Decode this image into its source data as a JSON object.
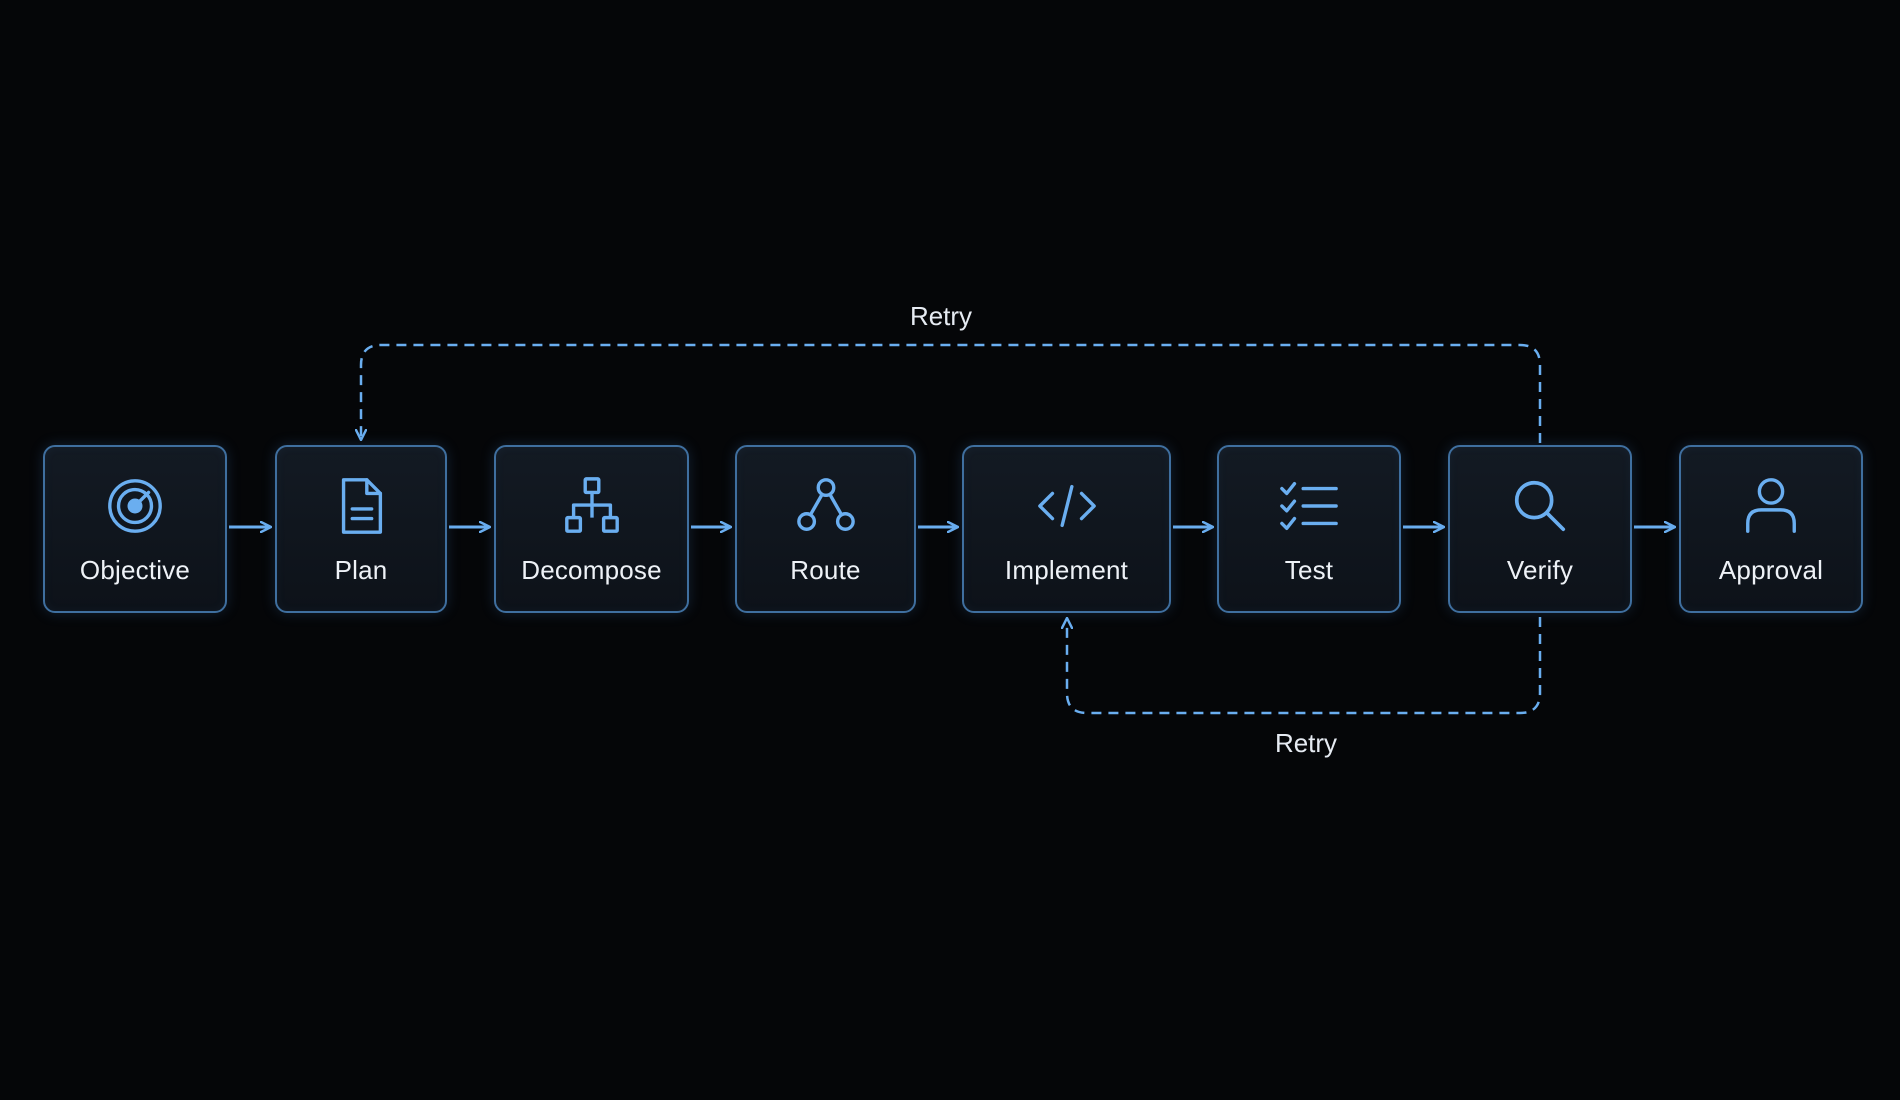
{
  "diagram": {
    "steps": [
      {
        "label": "Objective",
        "icon": "target-icon"
      },
      {
        "label": "Plan",
        "icon": "document-icon"
      },
      {
        "label": "Decompose",
        "icon": "hierarchy-icon"
      },
      {
        "label": "Route",
        "icon": "route-nodes-icon"
      },
      {
        "label": "Implement",
        "icon": "code-icon"
      },
      {
        "label": "Test",
        "icon": "checklist-icon"
      },
      {
        "label": "Verify",
        "icon": "search-icon"
      },
      {
        "label": "Approval",
        "icon": "user-icon"
      }
    ],
    "loops": [
      {
        "label": "Retry",
        "from": "Verify",
        "to": "Plan"
      },
      {
        "label": "Retry",
        "from": "Verify",
        "to": "Implement"
      }
    ],
    "colors": {
      "background": "#050608",
      "accent": "#6aaef0",
      "box_border": "#3f6f9f",
      "text": "#eef2f7"
    }
  }
}
